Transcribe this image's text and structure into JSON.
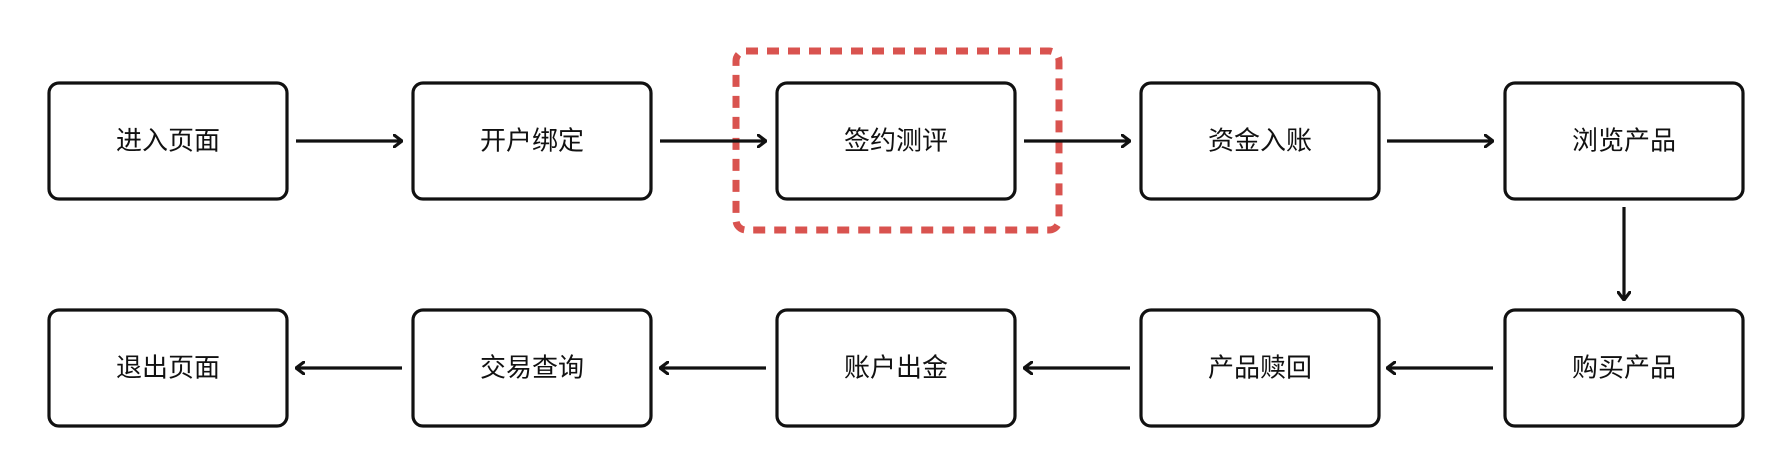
{
  "flowchart": {
    "nodes": [
      {
        "id": "n1",
        "label": "进入页面"
      },
      {
        "id": "n2",
        "label": "开户绑定"
      },
      {
        "id": "n3",
        "label": "签约测评",
        "highlighted": true
      },
      {
        "id": "n4",
        "label": "资金入账"
      },
      {
        "id": "n5",
        "label": "浏览产品"
      },
      {
        "id": "n6",
        "label": "购买产品"
      },
      {
        "id": "n7",
        "label": "产品赎回"
      },
      {
        "id": "n8",
        "label": "账户出金"
      },
      {
        "id": "n9",
        "label": "交易查询"
      },
      {
        "id": "n10",
        "label": "退出页面"
      }
    ],
    "edges": [
      [
        "n1",
        "n2"
      ],
      [
        "n2",
        "n3"
      ],
      [
        "n3",
        "n4"
      ],
      [
        "n4",
        "n5"
      ],
      [
        "n5",
        "n6"
      ],
      [
        "n6",
        "n7"
      ],
      [
        "n7",
        "n8"
      ],
      [
        "n8",
        "n9"
      ],
      [
        "n9",
        "n10"
      ]
    ]
  },
  "colors": {
    "node_border": "#111111",
    "arrow": "#111111",
    "highlight_border": "#d9534f"
  }
}
